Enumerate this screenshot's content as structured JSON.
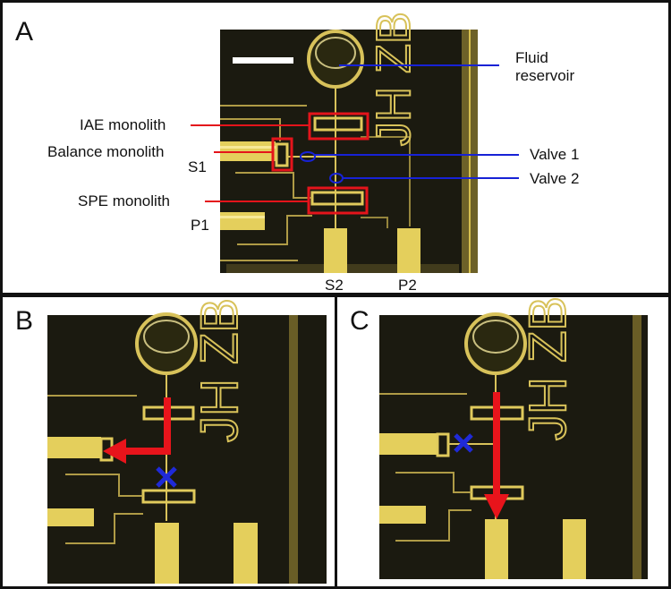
{
  "panel_a": {
    "letter": "A",
    "labels": {
      "fluid_reservoir_line1": "Fluid",
      "fluid_reservoir_line2": "reservoir",
      "iae": "IAE monolith",
      "balance": "Balance monolith",
      "valve1": "Valve 1",
      "valve2": "Valve 2",
      "spe": "SPE monolith",
      "s1": "S1",
      "p1": "P1",
      "s2": "S2",
      "p2": "P2"
    }
  },
  "panel_b": {
    "letter": "B"
  },
  "panel_c": {
    "letter": "C"
  },
  "chip_lettering": "JH ZB",
  "colors": {
    "chip_bg": "#1b1a10",
    "channel": "#d8c25a",
    "port": "#e4cf5c",
    "label_line_red": "#e4141b",
    "label_line_blue": "#1722d6",
    "arrow_red": "#e8141b",
    "cross_blue": "#1f2ad8"
  }
}
